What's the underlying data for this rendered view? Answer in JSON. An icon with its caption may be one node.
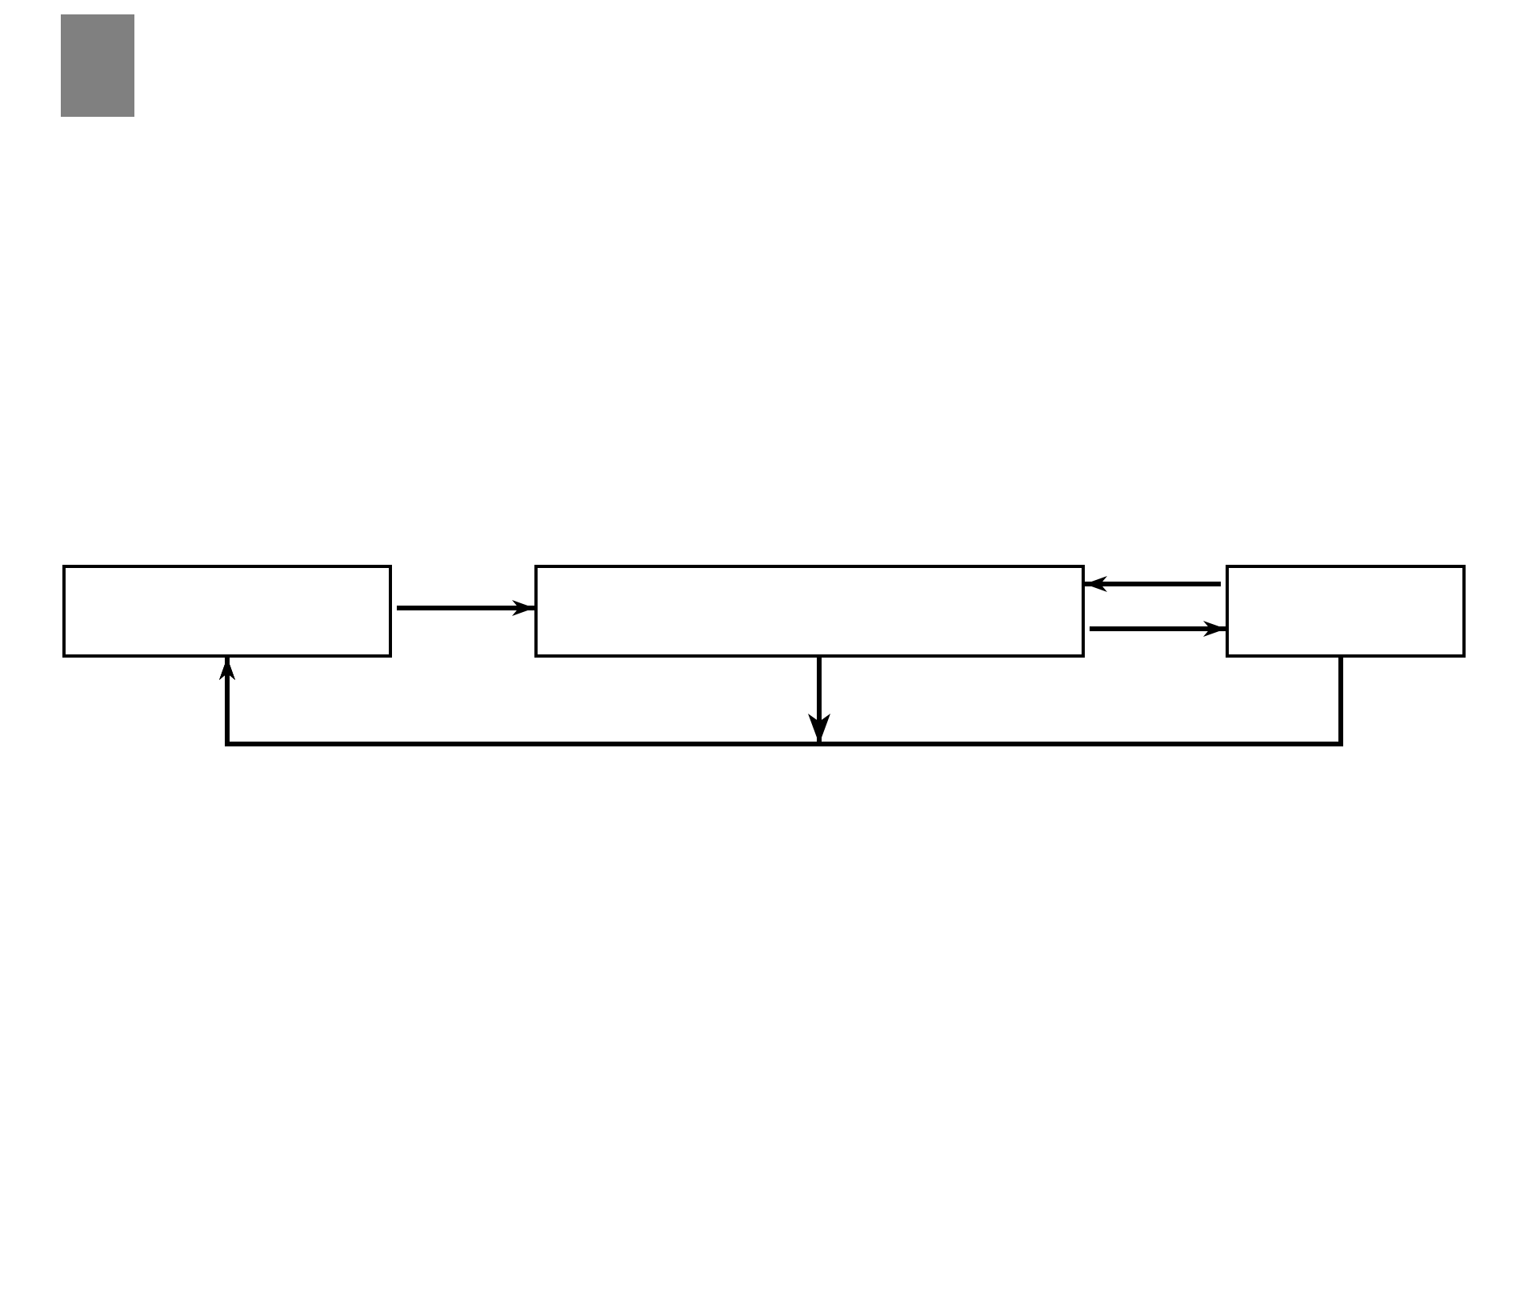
{
  "diagram": {
    "nodes": [
      {
        "text": [],
        "shape": "box"
      },
      {
        "text": [],
        "shape": "box"
      },
      {
        "text": [],
        "shape": "box"
      }
    ],
    "edges": [
      {
        "from": 0,
        "to": 1,
        "arrow": "to"
      },
      {
        "from": 2,
        "to": 1,
        "arrow": "to"
      },
      {
        "from": 1,
        "to": 2,
        "arrow": "to"
      },
      {
        "from": 1,
        "to": 0,
        "arrow": "to"
      },
      {
        "from": 2,
        "to": 0,
        "arrow": "to"
      }
    ]
  }
}
